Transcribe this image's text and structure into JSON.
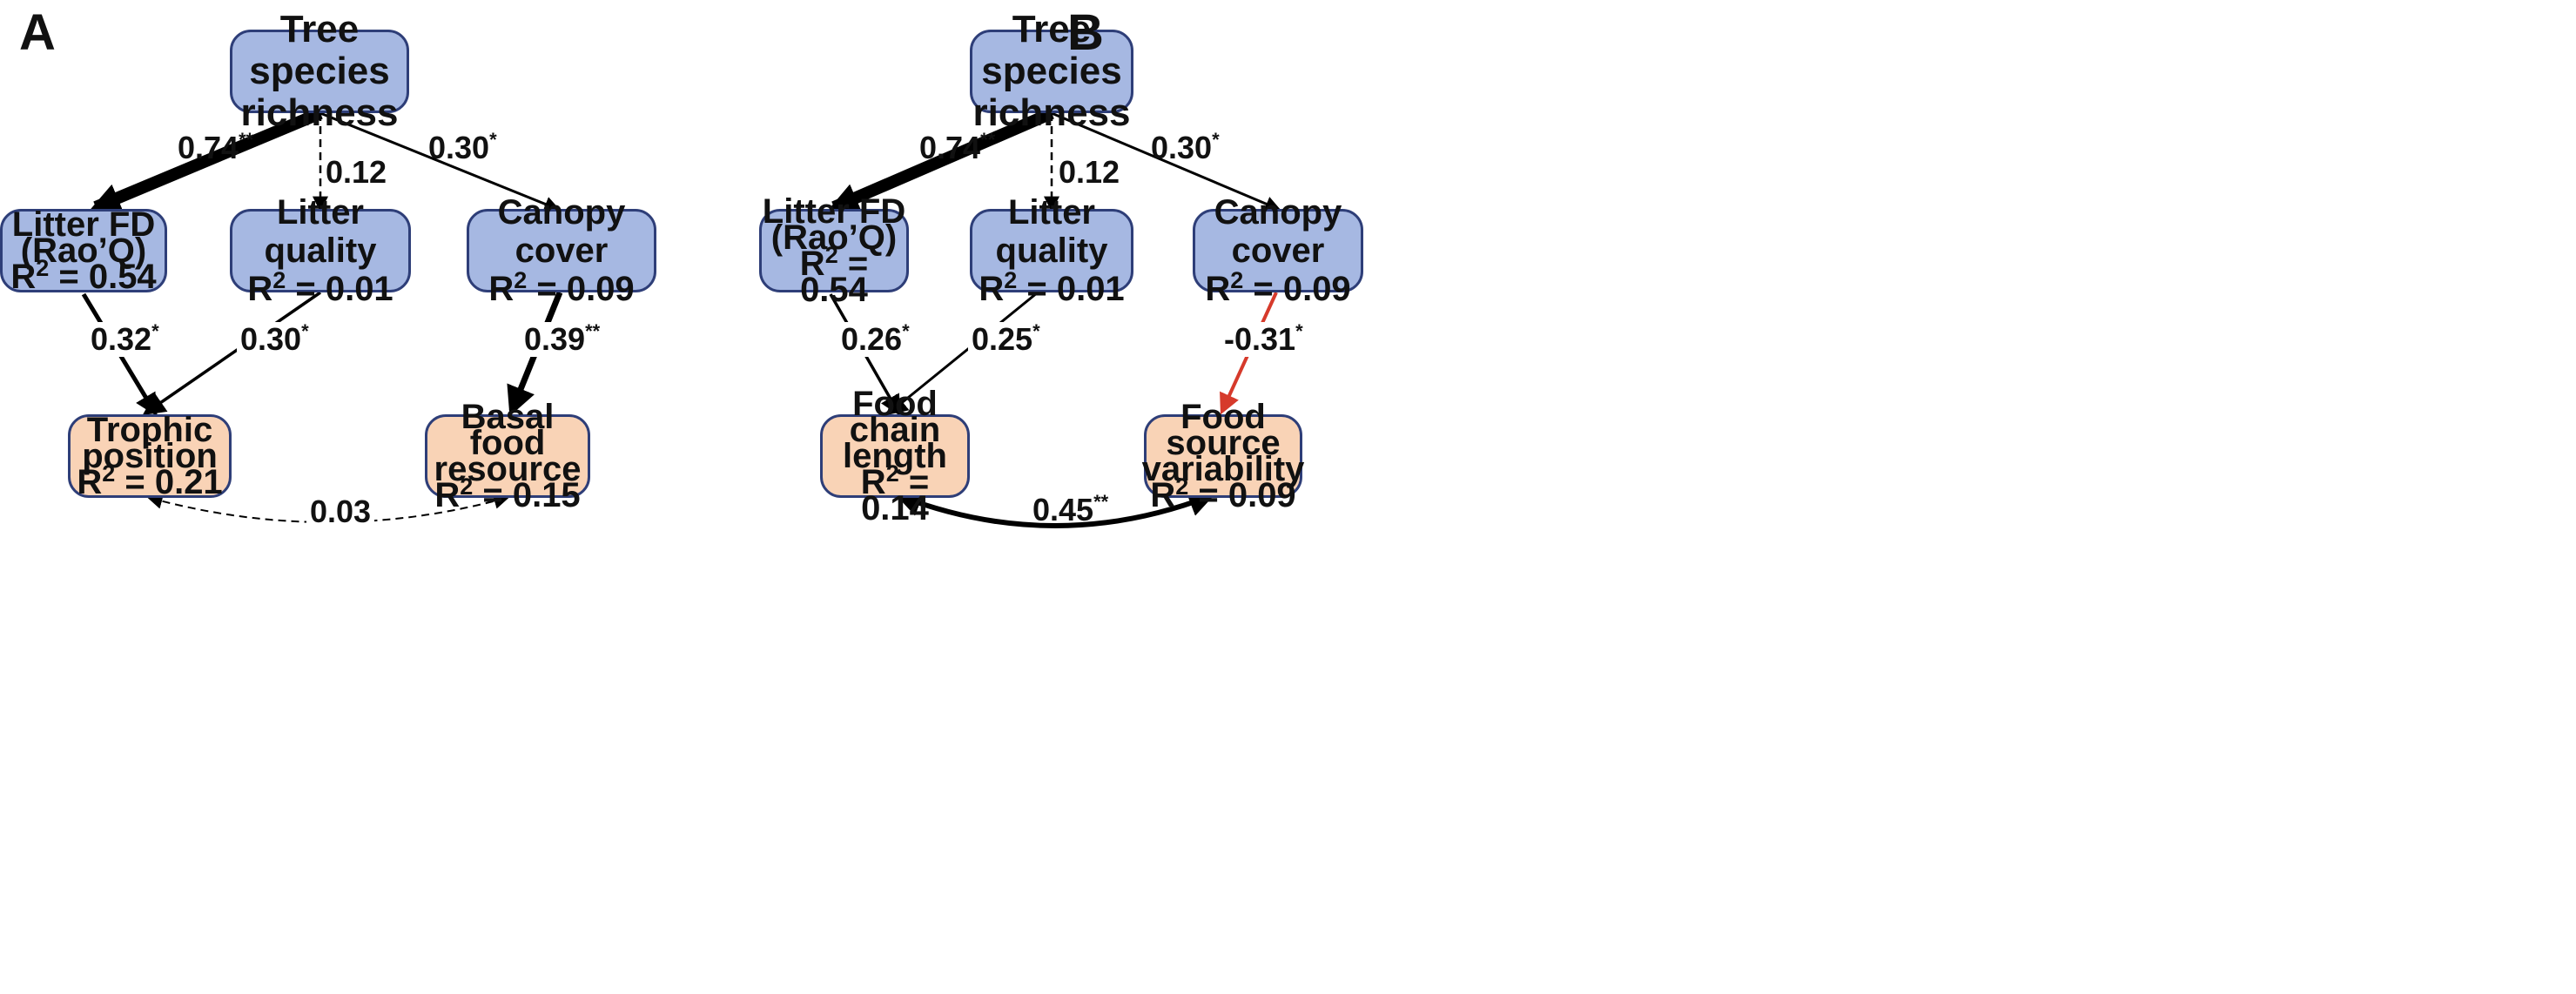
{
  "panels": [
    {
      "label": "A",
      "nodes": {
        "richness": {
          "lines": [
            "Tree species",
            "richness"
          ]
        },
        "litter_fd": {
          "lines": [
            "Litter FD",
            "(Rao’Q)"
          ],
          "r2": "0.54"
        },
        "litter_quality": {
          "lines": [
            "Litter quality"
          ],
          "r2": "0.01"
        },
        "canopy": {
          "lines": [
            "Canopy cover"
          ],
          "r2": "0.09"
        },
        "resp_left": {
          "lines": [
            "Trophic",
            "position"
          ],
          "r2": "0.21"
        },
        "resp_right": {
          "lines": [
            "Basal food",
            "resource"
          ],
          "r2": "0.15"
        }
      },
      "paths": [
        {
          "from": "Tree species richness",
          "to": "Litter FD (Rao’Q)",
          "value": "0.74",
          "sig": "**",
          "significant": true,
          "sign": "positive"
        },
        {
          "from": "Tree species richness",
          "to": "Litter quality",
          "value": "0.12",
          "sig": "",
          "significant": false,
          "sign": "positive"
        },
        {
          "from": "Tree species richness",
          "to": "Canopy cover",
          "value": "0.30",
          "sig": "*",
          "significant": true,
          "sign": "positive"
        },
        {
          "from": "Litter FD (Rao’Q)",
          "to": "Trophic position",
          "value": "0.32",
          "sig": "*",
          "significant": true,
          "sign": "positive"
        },
        {
          "from": "Litter quality",
          "to": "Trophic position",
          "value": "0.30",
          "sig": "*",
          "significant": true,
          "sign": "positive"
        },
        {
          "from": "Canopy cover",
          "to": "Basal food resource",
          "value": "0.39",
          "sig": "**",
          "significant": true,
          "sign": "positive"
        },
        {
          "from": "Trophic position",
          "to": "Basal food resource",
          "value": "0.03",
          "sig": "",
          "significant": false,
          "sign": "correlation"
        }
      ]
    },
    {
      "label": "B",
      "nodes": {
        "richness": {
          "lines": [
            "Tree species",
            "richness"
          ]
        },
        "litter_fd": {
          "lines": [
            "Litter FD",
            "(Rao’Q)"
          ],
          "r2": "0.54"
        },
        "litter_quality": {
          "lines": [
            "Litter quality"
          ],
          "r2": "0.01"
        },
        "canopy": {
          "lines": [
            "Canopy cover"
          ],
          "r2": "0.09"
        },
        "resp_left": {
          "lines": [
            "Food chain",
            "length"
          ],
          "r2": "0.14"
        },
        "resp_right": {
          "lines": [
            "Food source",
            "variability"
          ],
          "r2": "0.09"
        }
      },
      "paths": [
        {
          "from": "Tree species richness",
          "to": "Litter FD (Rao’Q)",
          "value": "0.74",
          "sig": "**",
          "significant": true,
          "sign": "positive"
        },
        {
          "from": "Tree species richness",
          "to": "Litter quality",
          "value": "0.12",
          "sig": "",
          "significant": false,
          "sign": "positive"
        },
        {
          "from": "Tree species richness",
          "to": "Canopy cover",
          "value": "0.30",
          "sig": "*",
          "significant": true,
          "sign": "positive"
        },
        {
          "from": "Litter FD (Rao’Q)",
          "to": "Food chain length",
          "value": "0.26",
          "sig": "*",
          "significant": true,
          "sign": "positive"
        },
        {
          "from": "Litter quality",
          "to": "Food chain length",
          "value": "0.25",
          "sig": "*",
          "significant": true,
          "sign": "positive"
        },
        {
          "from": "Canopy cover",
          "to": "Food source variability",
          "value": "-0.31",
          "sig": "*",
          "significant": true,
          "sign": "negative"
        },
        {
          "from": "Food chain length",
          "to": "Food source variability",
          "value": "0.45",
          "sig": "**",
          "significant": true,
          "sign": "correlation"
        }
      ]
    }
  ],
  "style": {
    "driver_fill": "#a6b8e2",
    "response_fill": "#f9d3b6",
    "node_border": "#2e3e78",
    "positive_path_color": "#000000",
    "negative_path_color": "#d63a2b"
  }
}
